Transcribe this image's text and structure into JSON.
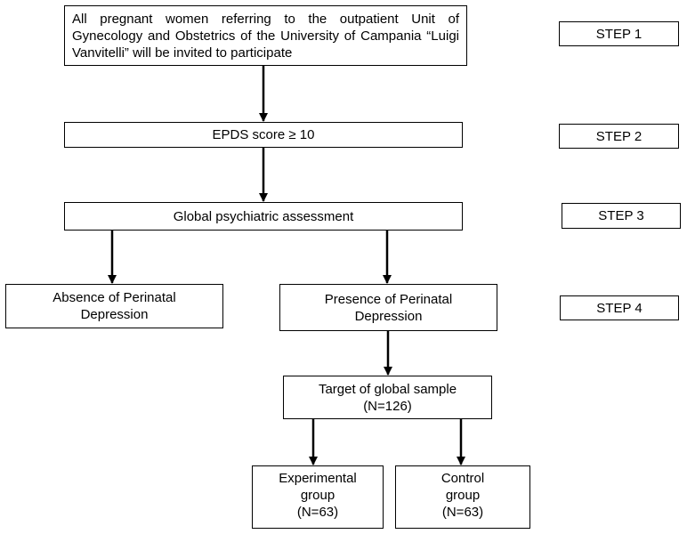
{
  "flowchart": {
    "step1_box": "All pregnant women referring to the outpatient Unit of Gynecology and Obstetrics of the University of Campania “Luigi Vanvitelli” will be invited to participate",
    "step2_box": "EPDS score ≥ 10",
    "step3_box": "Global psychiatric assessment",
    "absence_box": {
      "line1": "Absence of Perinatal",
      "line2": "Depression"
    },
    "presence_box": {
      "line1": "Presence of Perinatal",
      "line2": "Depression"
    },
    "target_box": {
      "line1": "Target of global sample",
      "line2": "(N=126)"
    },
    "experimental_box": {
      "line1": "Experimental",
      "line2": "group",
      "line3": "(N=63)"
    },
    "control_box": {
      "line1": "Control",
      "line2": "group",
      "line3": "(N=63)"
    }
  },
  "steps": {
    "step1": "STEP 1",
    "step2": "STEP 2",
    "step3": "STEP 3",
    "step4": "STEP 4"
  }
}
